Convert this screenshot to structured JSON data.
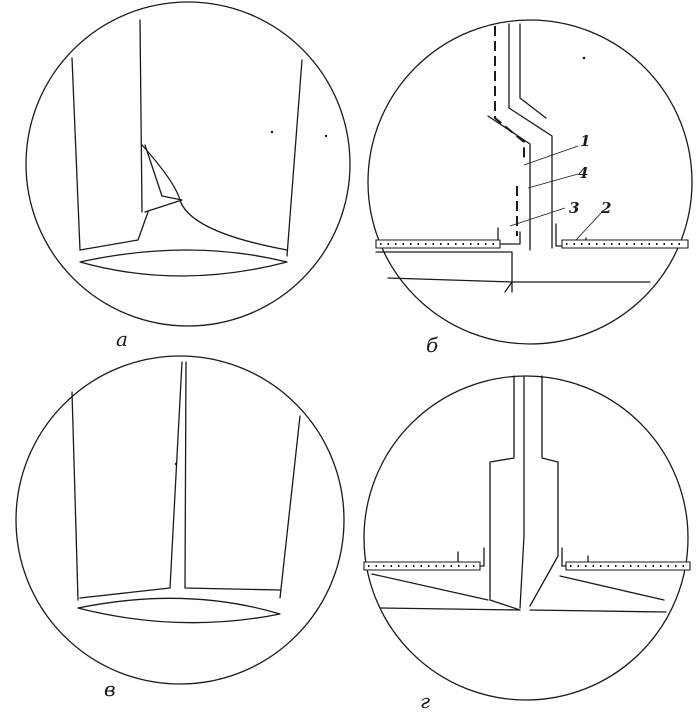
{
  "panels": [
    {
      "caption": "а"
    },
    {
      "caption": "б",
      "callouts": [
        "1",
        "4",
        "3",
        "2"
      ]
    },
    {
      "caption": "в"
    },
    {
      "caption": "г"
    }
  ]
}
